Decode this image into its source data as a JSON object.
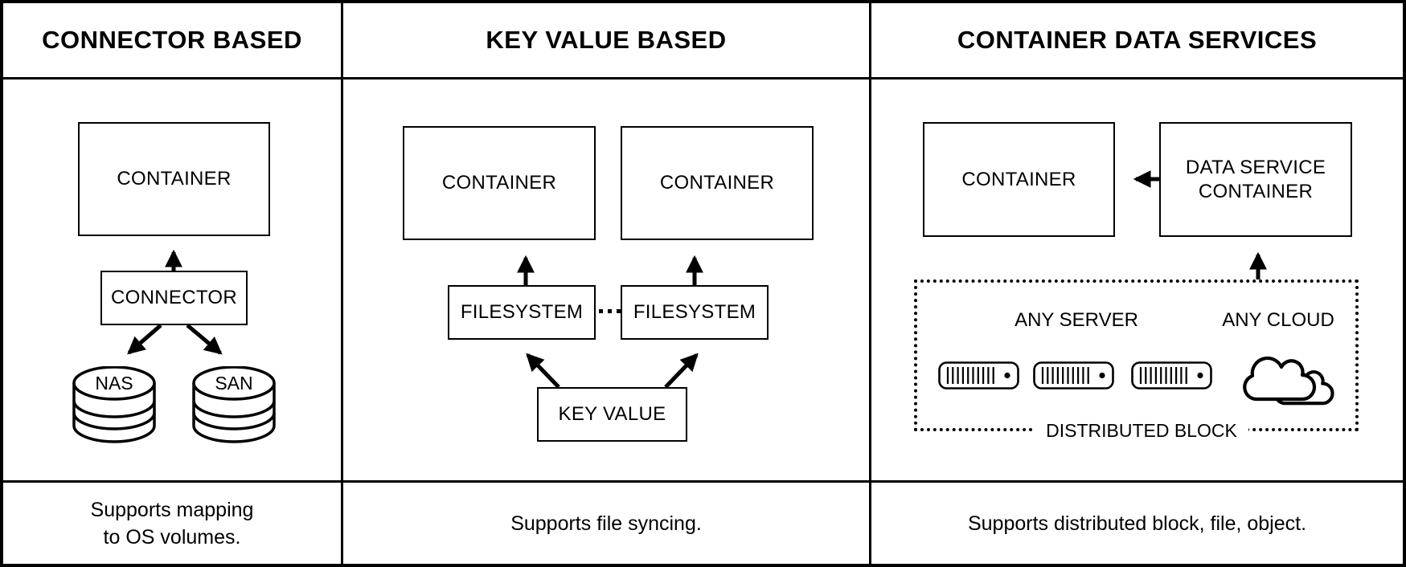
{
  "colors": {
    "ink": "#000000",
    "background": "#ffffff"
  },
  "columns": [
    {
      "title": "CONNECTOR BASED",
      "nodes": {
        "container": "CONTAINER",
        "connector": "CONNECTOR",
        "nas": "NAS",
        "san": "SAN"
      },
      "icons": [
        "database-cylinder-icon",
        "database-cylinder-icon"
      ],
      "footer_lines": [
        "Supports mapping",
        "to OS volumes."
      ]
    },
    {
      "title": "KEY VALUE BASED",
      "nodes": {
        "container_left": "CONTAINER",
        "container_right": "CONTAINER",
        "filesystem_left": "FILESYSTEM",
        "filesystem_right": "FILESYSTEM",
        "key_value": "KEY VALUE",
        "link_dots": "···"
      },
      "footer_lines": [
        "Supports file syncing."
      ]
    },
    {
      "title": "CONTAINER DATA SERVICES",
      "nodes": {
        "container": "CONTAINER",
        "data_service_container": "DATA SERVICE CONTAINER",
        "any_server": "ANY SERVER",
        "any_cloud": "ANY CLOUD",
        "distributed_block": "DISTRIBUTED BLOCK"
      },
      "icons": [
        "server-icon",
        "server-icon",
        "server-icon",
        "cloud-icon"
      ],
      "footer_lines": [
        "Supports distributed block, file, object."
      ]
    }
  ]
}
